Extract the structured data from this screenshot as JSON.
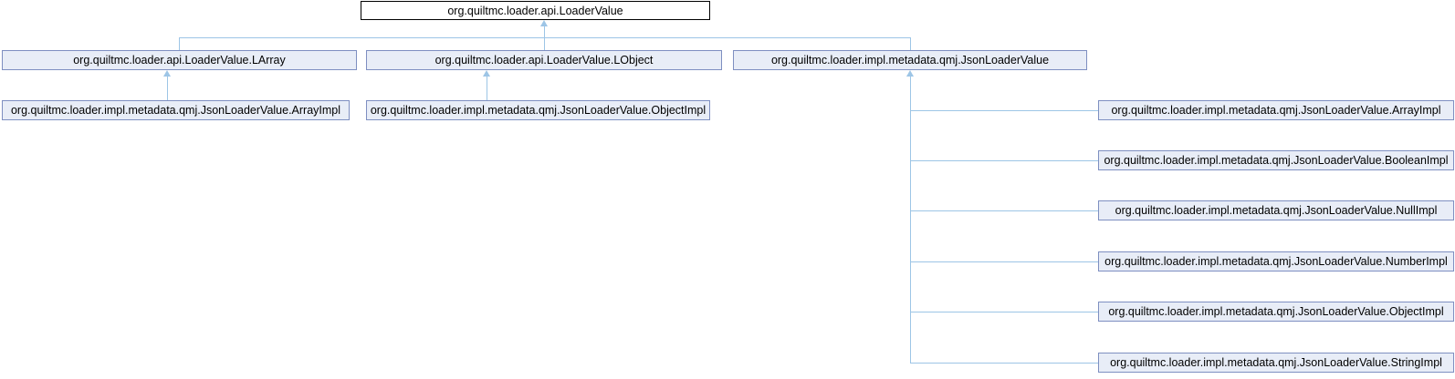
{
  "diagram": {
    "type": "class-inheritance-graph",
    "colors": {
      "page_bg": "#ffffff",
      "node_fill": "#e8edf7",
      "node_border": "#7e8fc1",
      "root_fill": "#ffffff",
      "root_border": "#000000",
      "edge": "#9dc5e6",
      "text": "#000000"
    },
    "nodes": [
      {
        "id": "loadervalue",
        "label": "org.quiltmc.loader.api.LoaderValue",
        "role": "root"
      },
      {
        "id": "larray",
        "label": "org.quiltmc.loader.api.LoaderValue.LArray"
      },
      {
        "id": "lobject",
        "label": "org.quiltmc.loader.api.LoaderValue.LObject"
      },
      {
        "id": "jsonloadervalue",
        "label": "org.quiltmc.loader.impl.metadata.qmj.JsonLoaderValue"
      },
      {
        "id": "arrayimpl_left",
        "label": "org.quiltmc.loader.impl.metadata.qmj.JsonLoaderValue.ArrayImpl"
      },
      {
        "id": "objectimpl_left",
        "label": "org.quiltmc.loader.impl.metadata.qmj.JsonLoaderValue.ObjectImpl"
      },
      {
        "id": "arrayimpl",
        "label": "org.quiltmc.loader.impl.metadata.qmj.JsonLoaderValue.ArrayImpl"
      },
      {
        "id": "booleanimpl",
        "label": "org.quiltmc.loader.impl.metadata.qmj.JsonLoaderValue.BooleanImpl"
      },
      {
        "id": "nullimpl",
        "label": "org.quiltmc.loader.impl.metadata.qmj.JsonLoaderValue.NullImpl"
      },
      {
        "id": "numberimpl",
        "label": "org.quiltmc.loader.impl.metadata.qmj.JsonLoaderValue.NumberImpl"
      },
      {
        "id": "objectimpl",
        "label": "org.quiltmc.loader.impl.metadata.qmj.JsonLoaderValue.ObjectImpl"
      },
      {
        "id": "stringimpl",
        "label": "org.quiltmc.loader.impl.metadata.qmj.JsonLoaderValue.StringImpl"
      }
    ],
    "relations": [
      {
        "from": "larray",
        "to": "loadervalue",
        "type": "inheritance"
      },
      {
        "from": "lobject",
        "to": "loadervalue",
        "type": "inheritance"
      },
      {
        "from": "jsonloadervalue",
        "to": "loadervalue",
        "type": "inheritance"
      },
      {
        "from": "arrayimpl_left",
        "to": "larray",
        "type": "inheritance"
      },
      {
        "from": "objectimpl_left",
        "to": "lobject",
        "type": "inheritance"
      },
      {
        "from": "arrayimpl",
        "to": "jsonloadervalue",
        "type": "inheritance"
      },
      {
        "from": "booleanimpl",
        "to": "jsonloadervalue",
        "type": "inheritance"
      },
      {
        "from": "nullimpl",
        "to": "jsonloadervalue",
        "type": "inheritance"
      },
      {
        "from": "numberimpl",
        "to": "jsonloadervalue",
        "type": "inheritance"
      },
      {
        "from": "objectimpl",
        "to": "jsonloadervalue",
        "type": "inheritance"
      },
      {
        "from": "stringimpl",
        "to": "jsonloadervalue",
        "type": "inheritance"
      }
    ]
  }
}
